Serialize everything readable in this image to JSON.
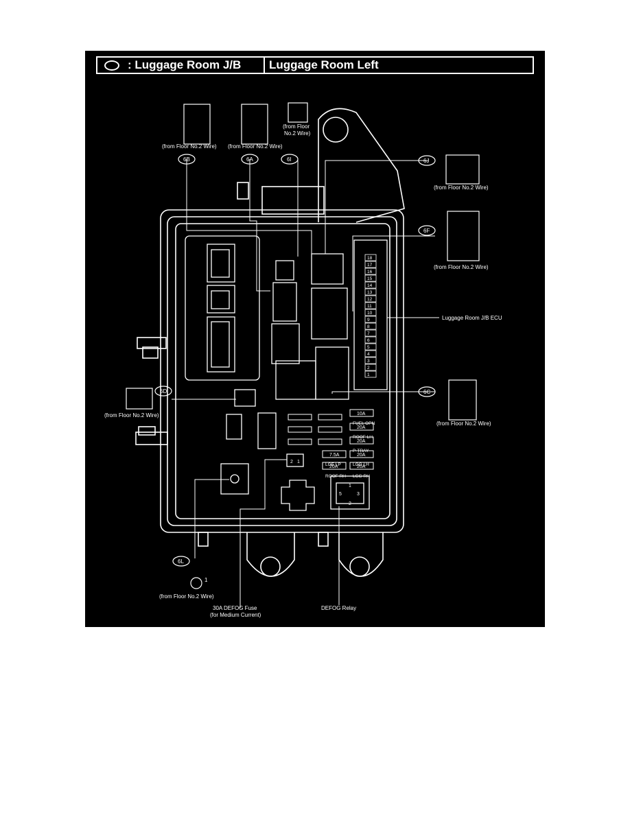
{
  "header": {
    "symbol_icon": "oval-icon",
    "location": ": Luggage Room J/B",
    "position": "Luggage Room Left"
  },
  "connectors": {
    "6B": {
      "code": "6B",
      "source": "(from Floor No.2 Wire)"
    },
    "6A": {
      "code": "6A",
      "source": "(from Floor No.2 Wire)"
    },
    "6I": {
      "code": "6I",
      "source_line1": "(from Floor",
      "source_line2": "No.2 Wire)"
    },
    "6J": {
      "code": "6J",
      "source": "(from Floor No.2 Wire)"
    },
    "6F": {
      "code": "6F",
      "source": "(from Floor No.2 Wire)"
    },
    "6D": {
      "code": "6D",
      "source": "(from Floor No.2 Wire)"
    },
    "6C": {
      "code": "6C",
      "source": "(from Floor No.2 Wire)"
    },
    "6L": {
      "code": "6L",
      "source": "(from Floor No.2 Wire)",
      "pin": "1"
    }
  },
  "labels": {
    "ecu": "Luggage Room J/B ECU",
    "fuse_line1": "30A DEFOG Fuse",
    "fuse_line2": "(for Medium Current)",
    "relay": "DEFOG Relay"
  },
  "fuses": [
    {
      "rating": "10A",
      "name": "FUEL OPN"
    },
    {
      "rating": "20A",
      "name": "ROOF LH"
    },
    {
      "rating": "20A",
      "name": "P-TRAY"
    },
    {
      "rating": "20A",
      "name": "LGG LH"
    },
    {
      "rating": "7.5A",
      "name": "LGE LP"
    },
    {
      "rating": "20A",
      "name": "ROOF RH"
    },
    {
      "rating": "20A",
      "name": "LGG RH"
    }
  ],
  "ecu_pins": [
    "18",
    "17",
    "16",
    "15",
    "14",
    "13",
    "12",
    "11",
    "10",
    "9",
    "8",
    "7",
    "6",
    "5",
    "4",
    "3",
    "2",
    "1"
  ],
  "relay_pins": [
    "1",
    "5",
    "3",
    "2"
  ],
  "defog_fuse_pins": [
    "2",
    "1"
  ],
  "colors": {
    "background": "#000000",
    "line": "#ffffff"
  }
}
